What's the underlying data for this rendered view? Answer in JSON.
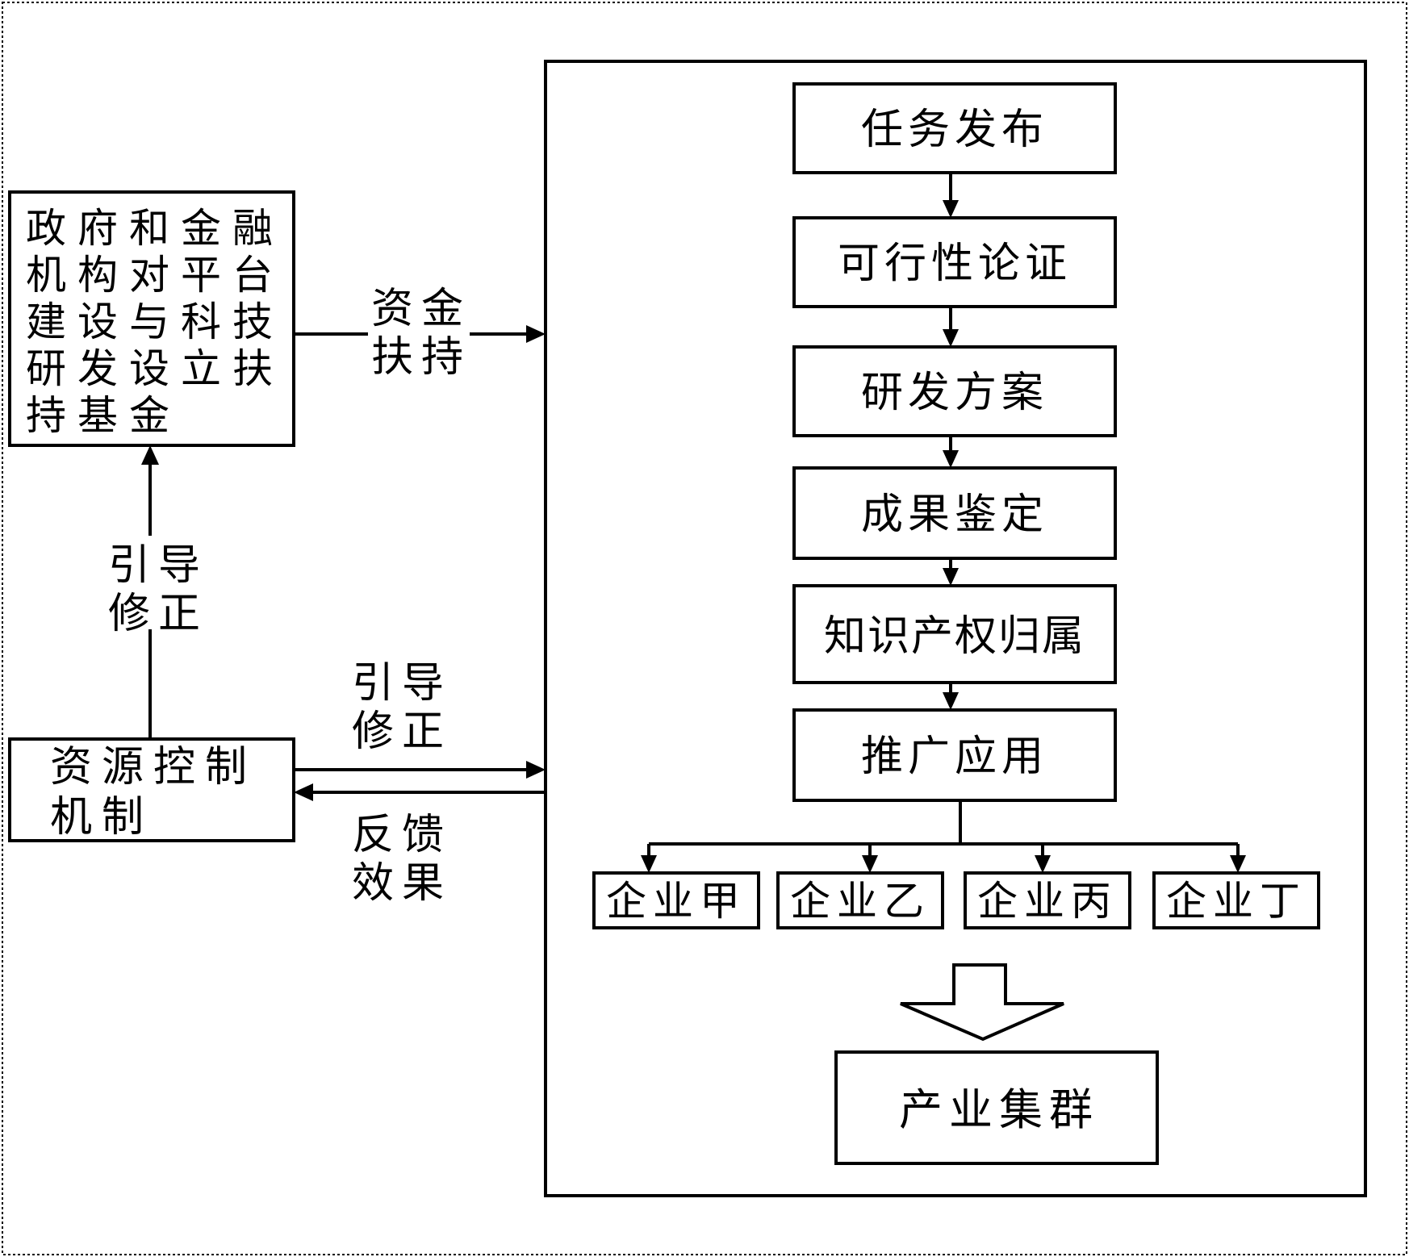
{
  "colors": {
    "stroke": "#000000",
    "background": "#ffffff"
  },
  "left_panel": {
    "funding_box": {
      "lines": [
        "政府和金融",
        "机构对平台",
        "建设与科技",
        "研发设立扶",
        "持基金"
      ]
    },
    "control_box": {
      "lines": [
        "资源控制",
        "机制"
      ]
    }
  },
  "edge_labels": {
    "funding_support": [
      "资金",
      "扶持"
    ],
    "guide_correct_vertical": [
      "引导",
      "修正"
    ],
    "guide_correct_horizontal": [
      "引导",
      "修正"
    ],
    "feedback_effect": [
      "反馈",
      "效果"
    ]
  },
  "process": {
    "steps": [
      "任务发布",
      "可行性论证",
      "研发方案",
      "成果鉴定",
      "知识产权归属",
      "推广应用"
    ],
    "enterprises": [
      "企业甲",
      "企业乙",
      "企业丙",
      "企业丁"
    ],
    "result": "产业集群"
  }
}
